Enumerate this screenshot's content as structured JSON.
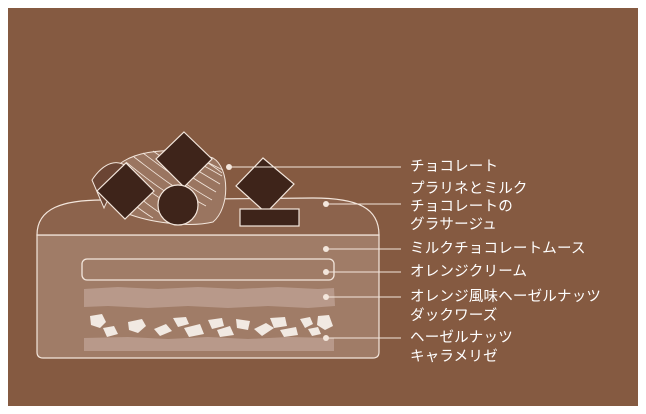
{
  "diagram": {
    "background_color": "#855a41",
    "line_color": "#f3e6dc",
    "layers": [
      {
        "id": "chocolate",
        "lines": [
          "チョコレート"
        ]
      },
      {
        "id": "praline",
        "lines": [
          "プラリネとミルク",
          "チョコレートの",
          "グラサージュ"
        ]
      },
      {
        "id": "mousse",
        "lines": [
          "ミルクチョコレートムース"
        ]
      },
      {
        "id": "orange-cream",
        "lines": [
          "オレンジクリーム"
        ]
      },
      {
        "id": "dacquoise",
        "lines": [
          "オレンジ風味ヘーゼルナッツ",
          "ダックワーズ"
        ]
      },
      {
        "id": "caramelise",
        "lines": [
          "ヘーゼルナッツ",
          "キャラメリゼ"
        ]
      }
    ]
  }
}
